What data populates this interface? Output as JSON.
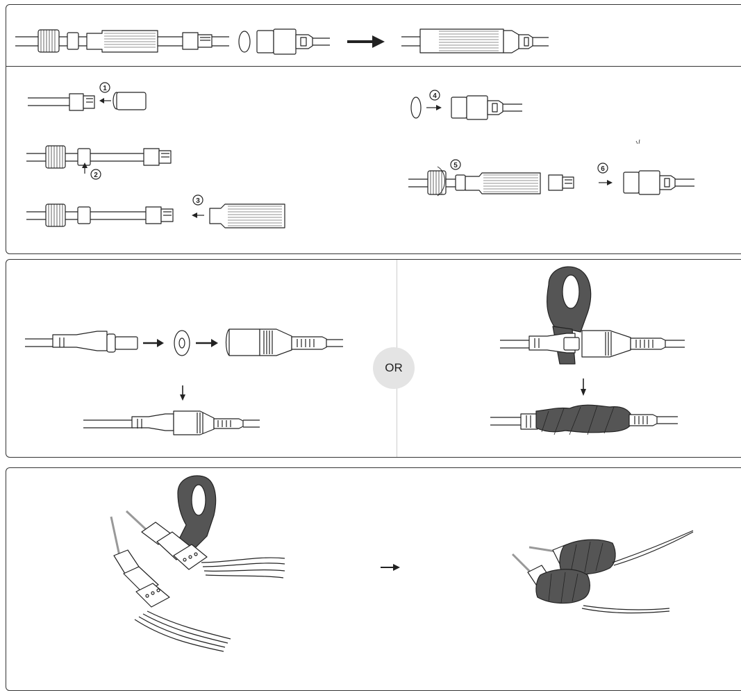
{
  "steps": [
    "1",
    "2",
    "3",
    "4",
    "5",
    "6"
  ],
  "or_label": "OR",
  "tape_color": "#555555",
  "line_color": "#222222"
}
